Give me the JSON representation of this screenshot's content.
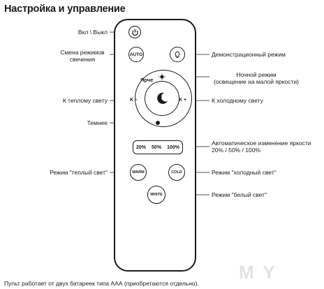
{
  "title": "Настройка и управление",
  "remote": {
    "power_icon": "power-icon",
    "auto_label": "AUTO",
    "demo_icon": "bulb-icon",
    "brighter_icon": "sun-icon",
    "night_icon": "moon-icon",
    "k_minus_label": "K –",
    "k_plus_label": "K +",
    "dimmer_icon": "dot-icon",
    "brightness_levels": [
      "20%",
      "50%",
      "100%"
    ],
    "warm_label": "WARM",
    "cold_label": "COLD",
    "white_label": "WHITE",
    "brighter_label": "Ярче"
  },
  "callouts": {
    "power": "Вкл \\ Выкл",
    "mode_change_1": "Смена режимов",
    "mode_change_2": "свечения",
    "demo": "Демонстрационный режим",
    "night_1": "Ночной режим",
    "night_2": "(освещение на малой яркости)",
    "warmer": "К теплому свету",
    "colder": "К холодному свету",
    "dimmer": "Темнее",
    "auto_brightness_1": "Автоматическое изменение яркости",
    "auto_brightness_2": "20% / 50% / 100%",
    "warm_mode": "Режим \"теплый свет\"",
    "cold_mode": "Режим \"холодный свет\"",
    "white_mode": "Режим \"белый свет\""
  },
  "footer": "Пульт работает от двух батареек типа ААА (приобретаются отдельно).",
  "watermark": "M Y"
}
